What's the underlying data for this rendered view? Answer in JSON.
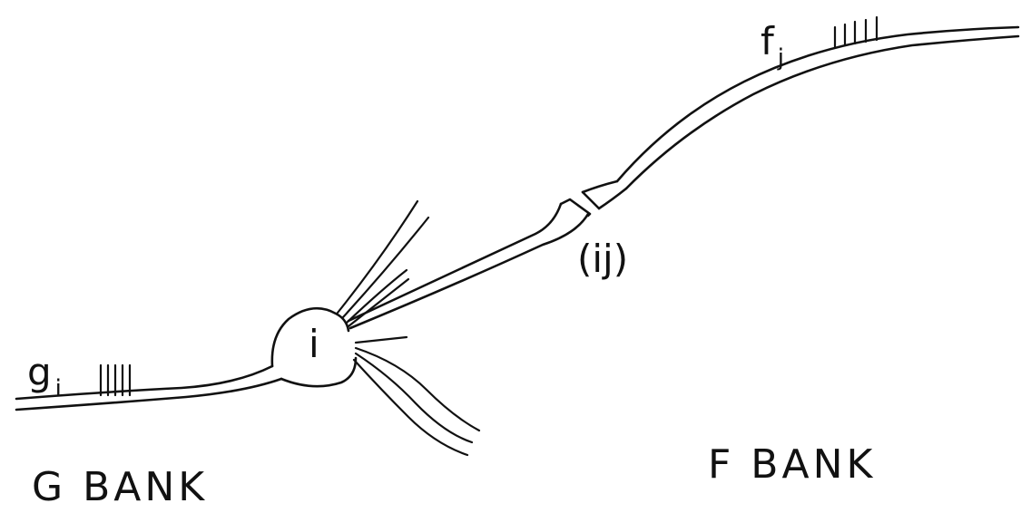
{
  "labels": {
    "g_main": "g",
    "g_sub": "i",
    "f_main": "f",
    "f_sub": "j",
    "cell": "i",
    "synapse": "(ij)",
    "g_bank": "G BANK",
    "f_bank": "F BANK"
  }
}
